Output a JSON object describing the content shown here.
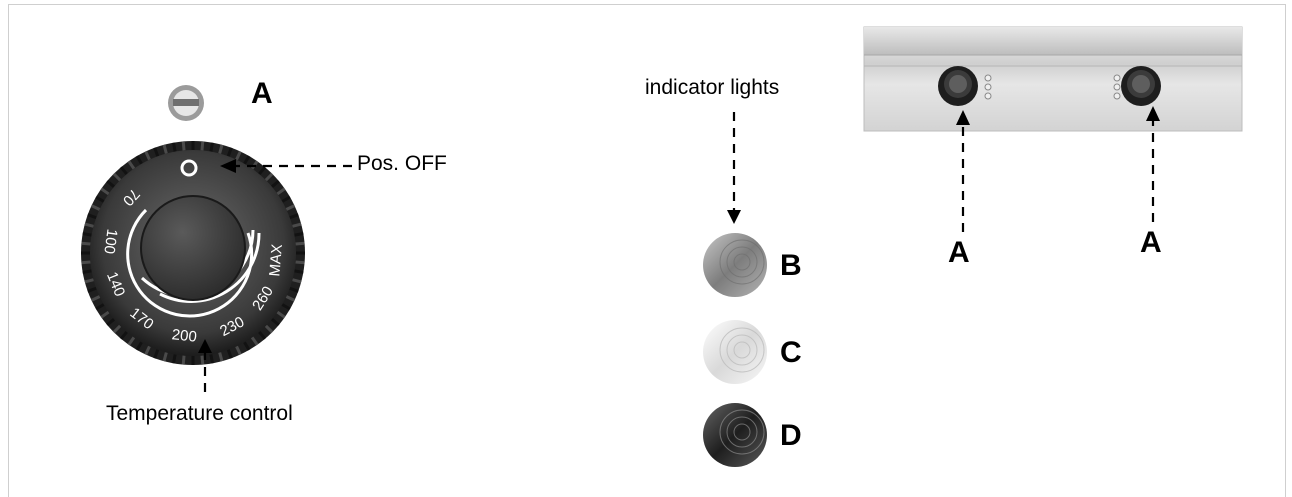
{
  "labels": {
    "callout_a": "A",
    "pos_off": "Pos. OFF",
    "temperature_control": "Temperature control",
    "indicator_lights": "indicator lights",
    "light_b": "B",
    "light_c": "C",
    "light_d": "D"
  },
  "dial": {
    "off_mark": "O",
    "scale": [
      "70",
      "100",
      "140",
      "170",
      "200",
      "230",
      "260",
      "MAX"
    ]
  },
  "indicator_colors": {
    "b": "#9a9a9a",
    "c": "#f2f2f2",
    "d": "#3c3c3c"
  }
}
